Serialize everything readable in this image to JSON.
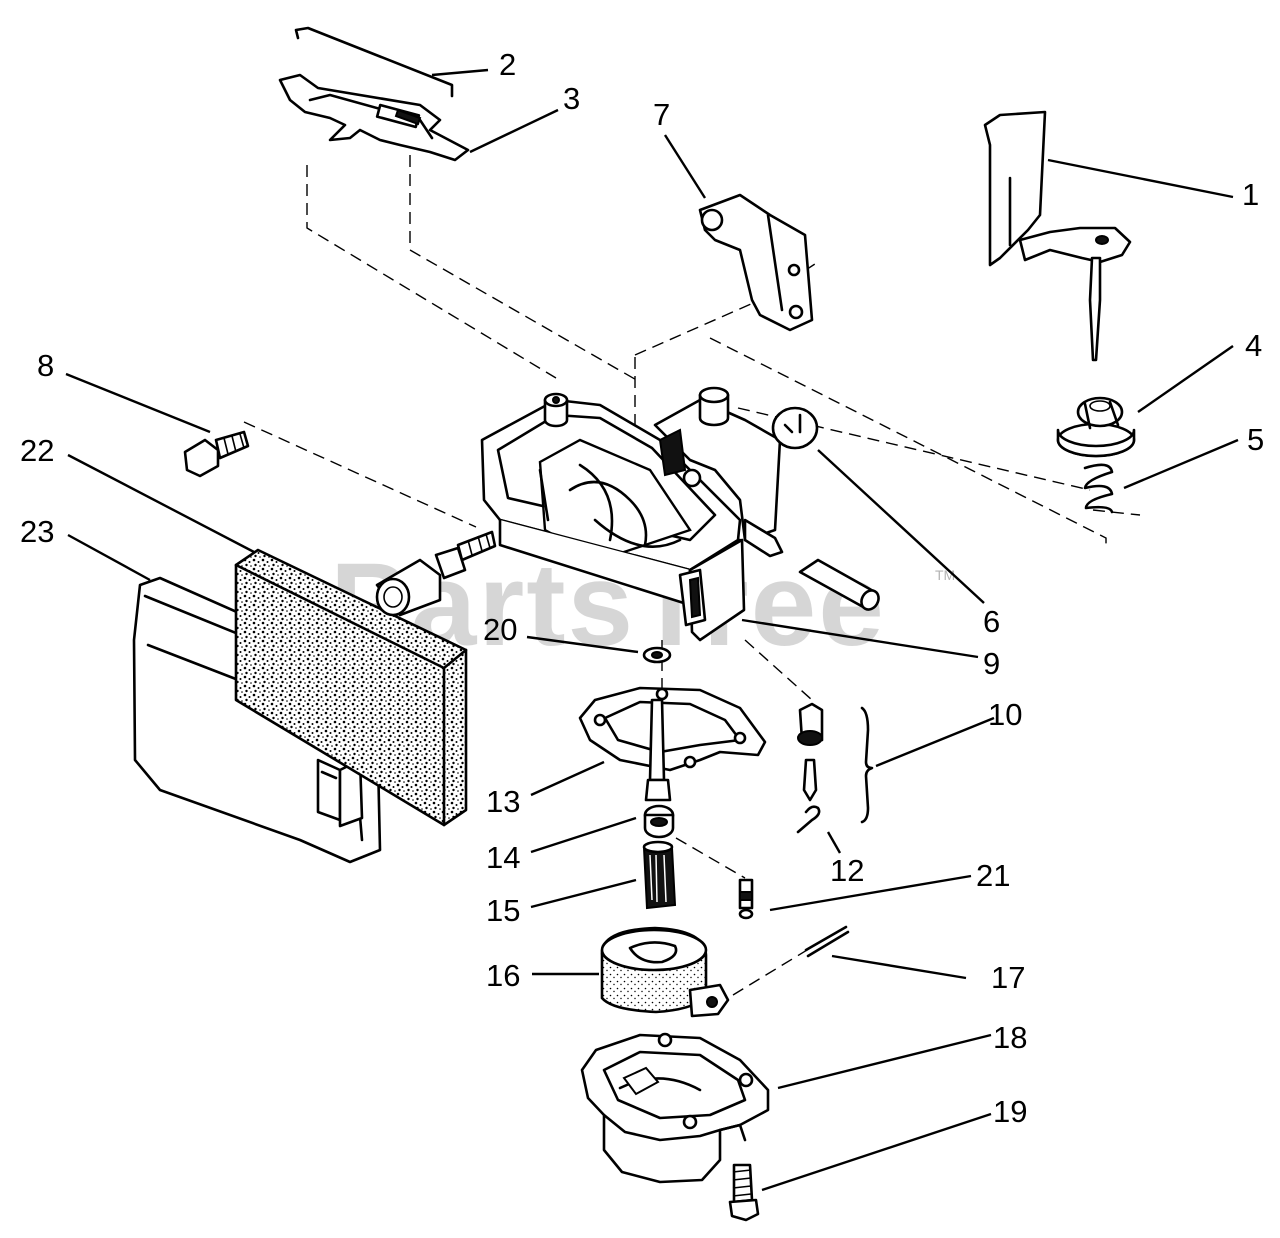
{
  "watermark": {
    "text": "PartsTree",
    "tm": "TM"
  },
  "callouts": [
    "1",
    "2",
    "3",
    "4",
    "5",
    "6",
    "7",
    "8",
    "9",
    "10",
    "12",
    "13",
    "14",
    "15",
    "16",
    "17",
    "18",
    "19",
    "20",
    "21",
    "22",
    "23"
  ]
}
